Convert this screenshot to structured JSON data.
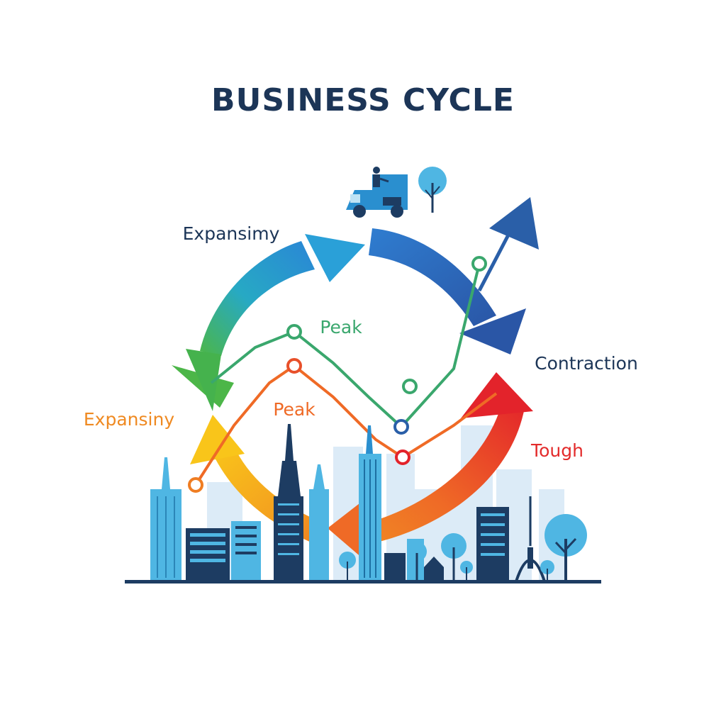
{
  "title": "BUSINESS CYCLE",
  "labels": {
    "expansion_top": "Expansimy",
    "expansion_left": "Expansiny",
    "peak_green": "Peak",
    "peak_orange": "Peak",
    "contraction": "Contraction",
    "trough": "Tough"
  },
  "colors": {
    "title": "#1c3557",
    "label_dark": "#1c3557",
    "green": "#3aa76d",
    "blue_light": "#29a8df",
    "blue_dark": "#2a5fa8",
    "orange": "#ef7d22",
    "yellow": "#f7c21b",
    "red": "#e32b2b",
    "skyline_light": "#4fb6e3",
    "skyline_dark": "#1d3c62",
    "skyline_pale": "#dcebf7"
  },
  "icons": [
    "delivery-truck-icon",
    "tree-icon",
    "city-skyline-icon"
  ]
}
